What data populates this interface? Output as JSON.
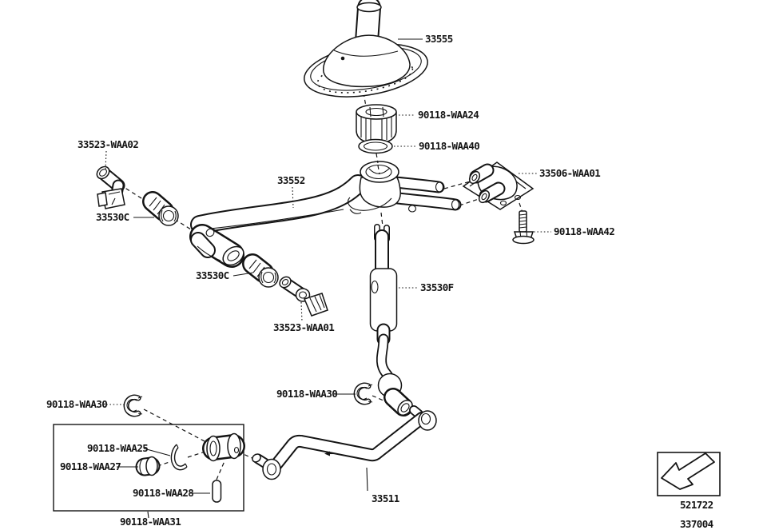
{
  "diagram": {
    "type": "exploded-parts-diagram",
    "subject": "gear shift lever assembly",
    "background": "#ffffff",
    "line_color": "#141414",
    "labels": [
      {
        "part": "shift-lever-boot",
        "text": "33555"
      },
      {
        "part": "lever-bushing",
        "text": "90118-WAA24"
      },
      {
        "part": "lever-ring",
        "text": "90118-WAA40"
      },
      {
        "part": "link-elbow-upper",
        "text": "33523-WAA02"
      },
      {
        "part": "shift-lever-arm",
        "text": "33552"
      },
      {
        "part": "support-bracket",
        "text": "33506-WAA01"
      },
      {
        "part": "cushion-bushing-upper",
        "text": "33530C"
      },
      {
        "part": "bracket-bolt",
        "text": "90118-WAA42"
      },
      {
        "part": "cushion-bushing-lower",
        "text": "33530C"
      },
      {
        "part": "shift-lever-sub",
        "text": "33530F"
      },
      {
        "part": "link-elbow-lower",
        "text": "33523-WAA01"
      },
      {
        "part": "retainer-clip-mid",
        "text": "90118-WAA30"
      },
      {
        "part": "retainer-clip-left",
        "text": "90118-WAA30"
      },
      {
        "part": "snap-ring",
        "text": "90118-WAA25"
      },
      {
        "part": "end-cap",
        "text": "90118-WAA27"
      },
      {
        "part": "pin",
        "text": "90118-WAA28"
      },
      {
        "part": "bushing-kit-box",
        "text": "90118-WAA31"
      },
      {
        "part": "control-shift-rod",
        "text": "33511"
      }
    ],
    "footer": {
      "drawing_code": "521722",
      "figure_code": "337004"
    }
  }
}
